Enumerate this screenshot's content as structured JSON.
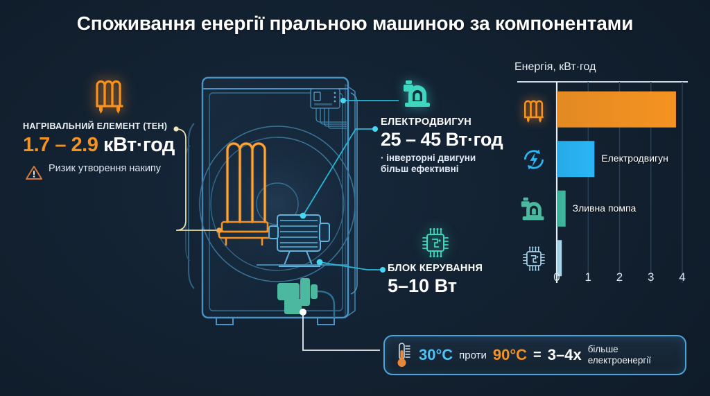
{
  "title": "Споживання енергії пральною машиною за компонентами",
  "heater": {
    "icon": "heating-element-icon",
    "label": "НАГРІВАЛЬНИЙ ЕЛЕМЕНТ (ТЕН)",
    "value_number": "1.7 – 2.9",
    "value_unit": "кВт·год",
    "warning_icon": "warning-triangle-icon",
    "warning_text": "Ризик утворення накипу"
  },
  "motor": {
    "icon": "motor-icon",
    "label": "ЕЛЕКТРОДВИГУН",
    "value": "25 – 45 Вт·год",
    "note": "· інверторні двигуни\n   більш ефективні"
  },
  "control": {
    "icon": "chip-icon",
    "label": "БЛОК КЕРУВАННЯ",
    "value": "5–10 Вт"
  },
  "pump": {
    "icon": "drain-pump-icon"
  },
  "banner": {
    "thermometer_icon": "thermometer-icon",
    "cold": "30°C",
    "versus": "проти",
    "hot": "90°C",
    "equals": "=",
    "multiplier": "3–4x",
    "tail_line1": "більше",
    "tail_line2": "електроенергії"
  },
  "colors": {
    "background": "#0e1b29",
    "heater_orange": "#f59322",
    "motor_blue": "#29b6f6",
    "pump_teal": "#3fb9a0",
    "chip_lightblue": "#a8d8ef",
    "title_white": "#ffffff",
    "banner_border": "#4aa6d8"
  },
  "chart_data": {
    "type": "bar",
    "orientation": "horizontal",
    "title": "Енергія, кВт·год",
    "xlabel": "",
    "ylabel": "",
    "categories": [
      "Нагрівальний елемент (ТЕН)",
      "Електродвигун",
      "Зливна помпа",
      "Блок керування"
    ],
    "values": [
      3.8,
      1.2,
      0.28,
      0.16
    ],
    "bar_colors": [
      "#f59322",
      "#29b6f6",
      "#3fb9a0",
      "#a8d8ef"
    ],
    "bar_icons": [
      "heating-element-icon",
      "motor-icon",
      "drain-pump-icon",
      "chip-icon"
    ],
    "bar_labels": [
      "",
      "Електродвигун",
      "Зливна помпа",
      ""
    ],
    "xticks": [
      0,
      1,
      2,
      3,
      4
    ],
    "xtick_labels": [
      "0",
      "1",
      "2",
      "3",
      "4"
    ],
    "xlim": [
      0,
      4
    ],
    "grid": true,
    "legend": "none"
  }
}
